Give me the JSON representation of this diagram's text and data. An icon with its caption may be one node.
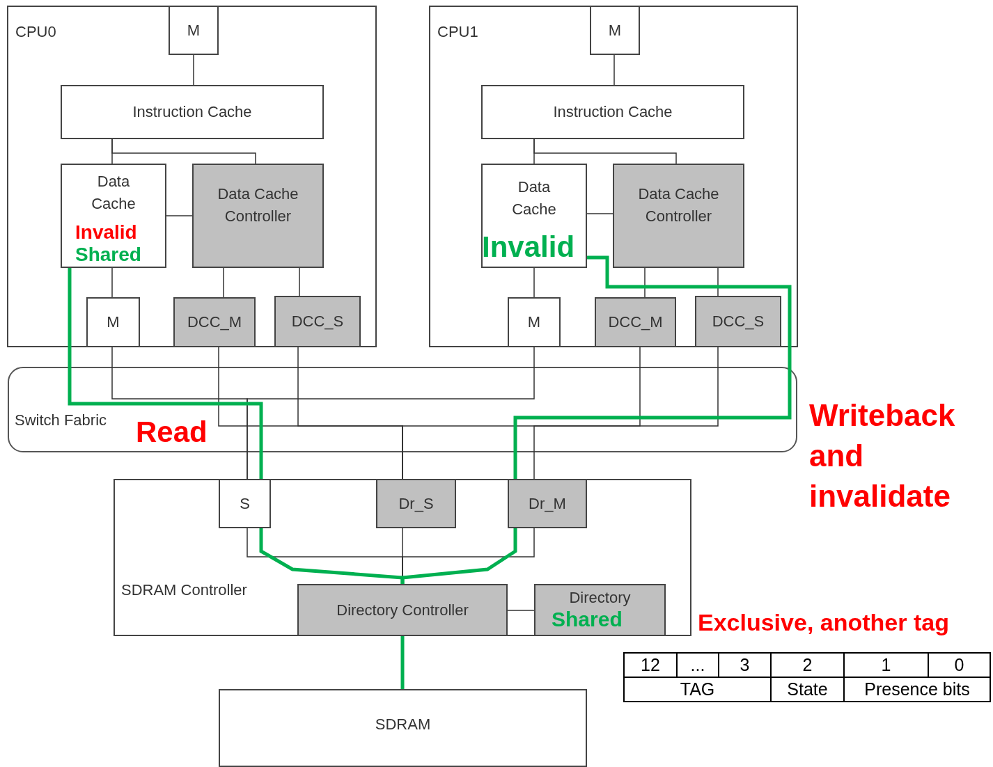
{
  "diagram": {
    "nodes": [
      {
        "text": [
          "CPU0"
        ]
      },
      {
        "text": [
          "M"
        ],
        "in": 0
      },
      {
        "text": [
          "Instruction Cache"
        ],
        "in": 0
      },
      {
        "text": [
          "Data Cache"
        ],
        "in": 0
      },
      {
        "text": [
          "Data Cache Controller"
        ],
        "in": 0
      },
      {
        "text": [
          "M"
        ],
        "in": 0
      },
      {
        "text": [
          "DCC_M"
        ],
        "in": 0
      },
      {
        "text": [
          "DCC_S"
        ],
        "in": 0
      },
      {
        "text": [
          "CPU1"
        ]
      },
      {
        "text": [
          "M"
        ],
        "in": 8
      },
      {
        "text": [
          "Instruction Cache"
        ],
        "in": 8
      },
      {
        "text": [
          "Data Cache"
        ],
        "in": 8
      },
      {
        "text": [
          "Data Cache Controller"
        ],
        "in": 8
      },
      {
        "text": [
          "M"
        ],
        "in": 8
      },
      {
        "text": [
          "DCC_M"
        ],
        "in": 8
      },
      {
        "text": [
          "DCC_S"
        ],
        "in": 8
      },
      {
        "text": [
          "SDRAM Controller"
        ]
      },
      {
        "text": [
          "S"
        ],
        "in": 16
      },
      {
        "text": [
          "Dr_S"
        ],
        "in": 16
      },
      {
        "text": [
          "Dr_M"
        ],
        "in": 16
      },
      {
        "text": [
          "Directory Controller"
        ],
        "in": 16
      },
      {
        "text": [
          "Directory"
        ],
        "in": 16
      },
      {
        "text": [
          "SDRAM"
        ]
      }
    ],
    "edges": [
      {
        "from": 1,
        "to": 2,
        "arrow": "none"
      },
      {
        "from": 2,
        "to": 3,
        "arrow": "none"
      },
      {
        "from": 2,
        "to": 4,
        "arrow": "none"
      },
      {
        "from": 3,
        "to": 4,
        "arrow": "none"
      },
      {
        "from": 3,
        "to": 5,
        "arrow": "none"
      },
      {
        "from": 4,
        "to": 6,
        "arrow": "none"
      },
      {
        "from": 4,
        "to": 7,
        "arrow": "none"
      },
      {
        "from": 9,
        "to": 10,
        "arrow": "none"
      },
      {
        "from": 10,
        "to": 11,
        "arrow": "none"
      },
      {
        "from": 10,
        "to": 12,
        "arrow": "none"
      },
      {
        "from": 11,
        "to": 12,
        "arrow": "none"
      },
      {
        "from": 11,
        "to": 13,
        "arrow": "none"
      },
      {
        "from": 12,
        "to": 14,
        "arrow": "none"
      },
      {
        "from": 12,
        "to": 15,
        "arrow": "none"
      },
      {
        "from": 5,
        "to": 17,
        "arrow": "none"
      },
      {
        "from": 13,
        "to": 17,
        "arrow": "none"
      },
      {
        "from": 6,
        "to": 18,
        "arrow": "none"
      },
      {
        "from": 7,
        "to": 18,
        "arrow": "none"
      },
      {
        "from": 14,
        "to": 18,
        "arrow": "none"
      },
      {
        "from": 15,
        "to": 19,
        "arrow": "none"
      },
      {
        "from": 17,
        "to": 20,
        "arrow": "none"
      },
      {
        "from": 19,
        "to": 20,
        "arrow": "none"
      },
      {
        "from": 18,
        "to": 20,
        "arrow": "none"
      },
      {
        "from": 20,
        "to": 21,
        "arrow": "none"
      },
      {
        "from": 20,
        "to": 22,
        "arrow": "none",
        "style": "thick",
        "color": "#00b050"
      },
      {
        "from": 3,
        "to": 17,
        "arrow": "none",
        "style": "thick",
        "color": "#00b050"
      },
      {
        "from": 17,
        "to": 20,
        "arrow": "none",
        "style": "thick",
        "color": "#00b050"
      },
      {
        "from": 11,
        "to": 19,
        "arrow": "none",
        "style": "thick",
        "color": "#00b050"
      },
      {
        "from": 19,
        "to": 20,
        "arrow": "none",
        "style": "thick",
        "color": "#00b050"
      }
    ],
    "labels": [
      "Invalid",
      "Shared",
      "Invalid",
      "Switch Fabric",
      "Read",
      "Writeback and invalidate",
      "Shared",
      "Exclusive, another tag",
      "12",
      "...",
      "3",
      "2",
      "1",
      "0",
      "TAG",
      "State",
      "Presence bits"
    ]
  }
}
